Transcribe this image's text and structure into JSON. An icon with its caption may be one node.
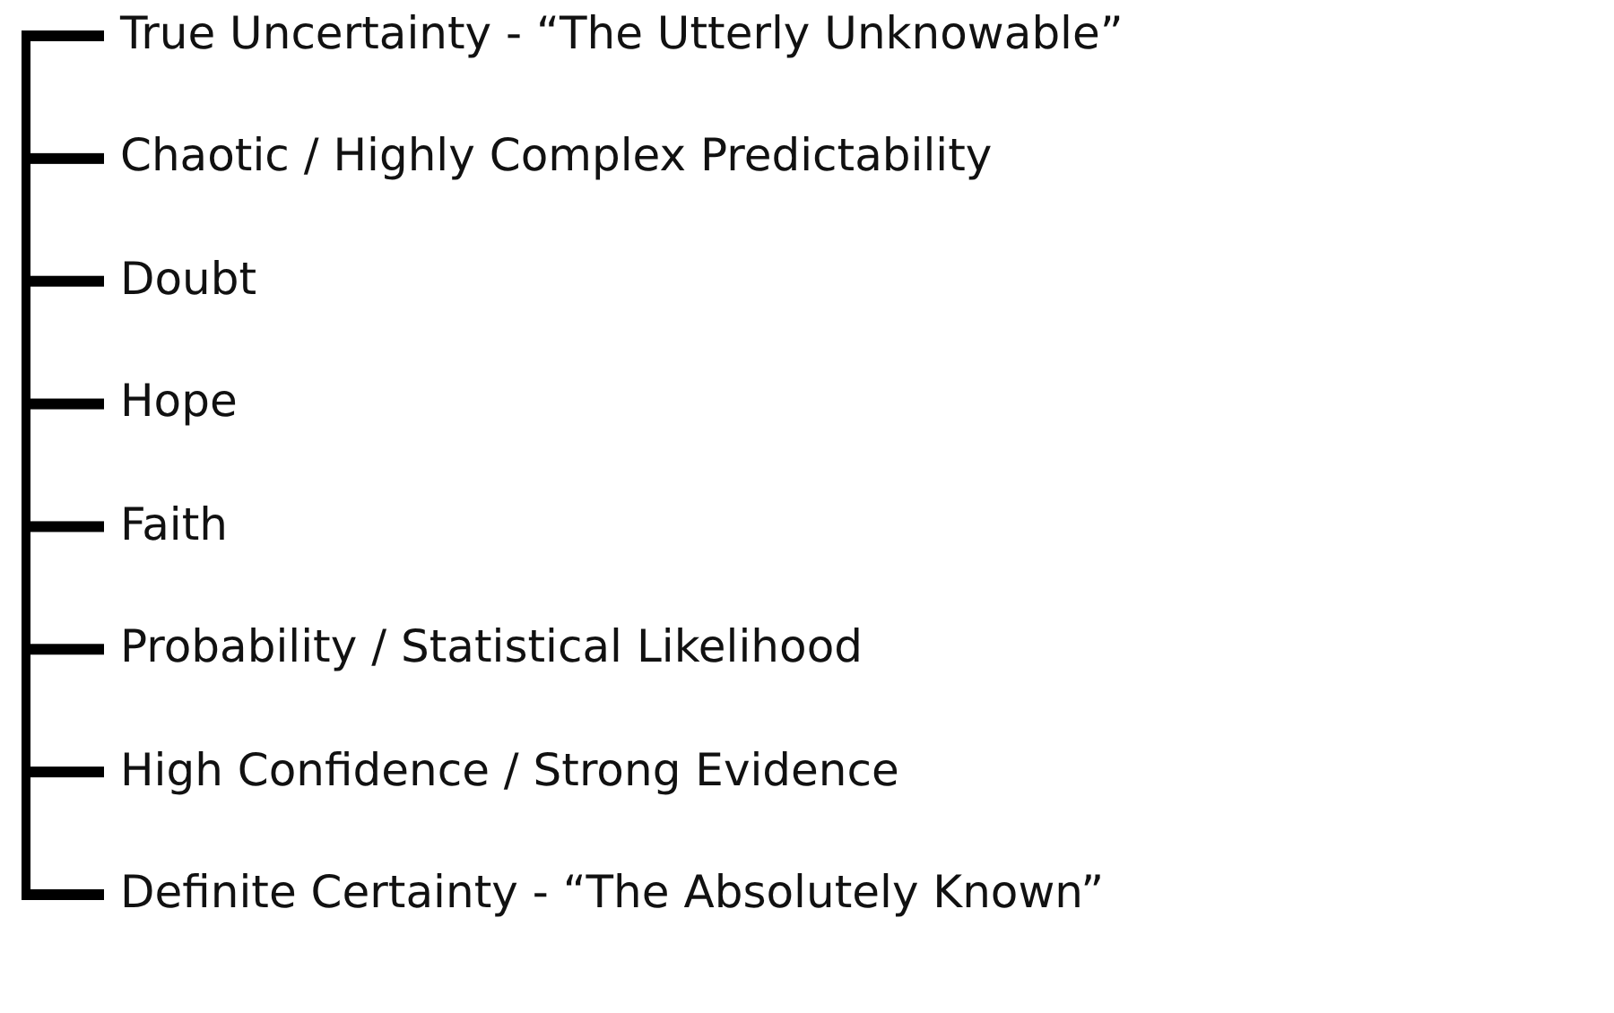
{
  "diagram": {
    "labels": [
      "True Uncertainty - “The Utterly Unknowable”",
      "Chaotic / Highly Complex Predictability",
      "Doubt",
      "Hope",
      "Faith",
      "Probability / Statistical Likelihood",
      "High Confidence / Strong Evidence",
      "Definite Certainty - “The Absolutely Known”"
    ]
  }
}
